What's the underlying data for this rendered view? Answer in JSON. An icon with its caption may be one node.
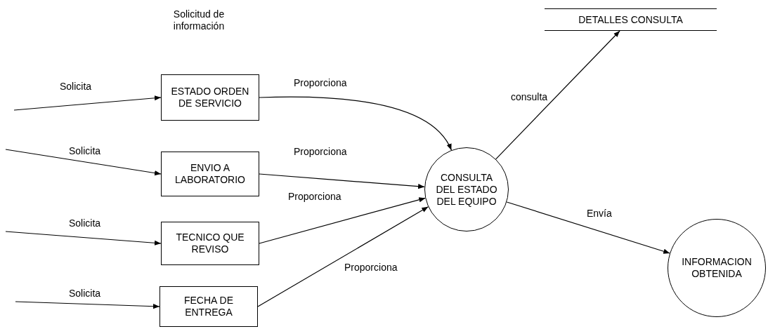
{
  "diagram": {
    "nodes": [
      {
        "text": [
          "ESTADO ORDEN DE SERVICIO"
        ]
      },
      {
        "text": [
          "ENVIO A LABORATORIO"
        ]
      },
      {
        "text": [
          "TECNICO QUE REVISO"
        ]
      },
      {
        "text": [
          "FECHA DE ENTREGA"
        ]
      },
      {
        "text": [
          "CONSULTA DEL ESTADO DEL EQUIPO"
        ]
      },
      {
        "text": [
          "INFORMACION OBTENIDA"
        ]
      },
      {
        "text": [
          "DETALLES CONSULTA"
        ]
      }
    ],
    "edges": [
      {
        "from": null,
        "to": 0,
        "arrow": "to",
        "label": "Solicita"
      },
      {
        "from": null,
        "to": 1,
        "arrow": "to",
        "label": "Solicita"
      },
      {
        "from": null,
        "to": 2,
        "arrow": "to",
        "label": "Solicita"
      },
      {
        "from": null,
        "to": 3,
        "arrow": "to",
        "label": "Solicita"
      },
      {
        "from": 0,
        "to": 4,
        "arrow": "to",
        "label": "Proporciona"
      },
      {
        "from": 1,
        "to": 4,
        "arrow": "to",
        "label": "Proporciona"
      },
      {
        "from": 2,
        "to": 4,
        "arrow": "to",
        "label": "Proporciona"
      },
      {
        "from": 3,
        "to": 4,
        "arrow": "to",
        "label": "Proporciona"
      },
      {
        "from": 4,
        "to": 6,
        "arrow": "to",
        "label": "consulta"
      },
      {
        "from": 4,
        "to": 5,
        "arrow": "to",
        "label": "Envía"
      }
    ],
    "labels": [
      "Solicitud de información"
    ]
  }
}
